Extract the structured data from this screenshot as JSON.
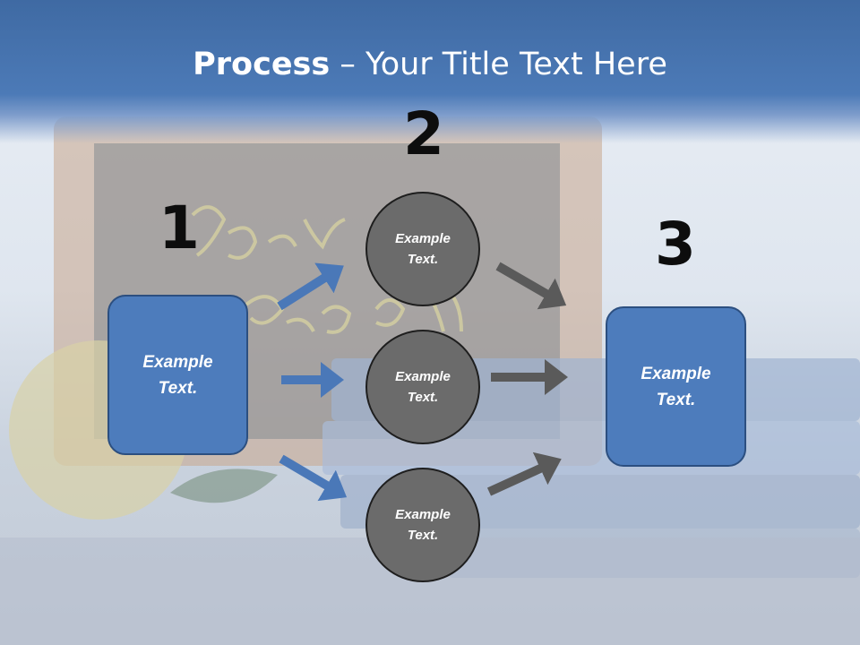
{
  "title": {
    "bold": "Process",
    "rest": " – Your Title Text Here"
  },
  "steps": {
    "one": "1",
    "two": "2",
    "three": "3"
  },
  "left_box": {
    "line1": "Example",
    "line2": "Text."
  },
  "circles": [
    {
      "line1": "Example",
      "line2": "Text."
    },
    {
      "line1": "Example",
      "line2": "Text."
    },
    {
      "line1": "Example",
      "line2": "Text."
    }
  ],
  "right_box": {
    "line1": "Example",
    "line2": "Text."
  },
  "colors": {
    "header": "#4c7ab7",
    "box": "#4d7cbc",
    "circle": "#6b6b6b",
    "blue_arrow": "#4a78b8",
    "gray_arrow": "#5a5a5a"
  }
}
